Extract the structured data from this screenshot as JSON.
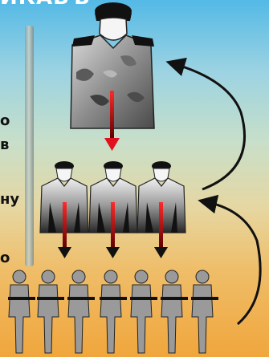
{
  "title_fragment": "ИКАБЪ",
  "side_fragments": [
    "о",
    "в",
    "ну",
    "о"
  ],
  "colors": {
    "background_top": "#53b9e6",
    "background_bottom": "#f0a63c",
    "arrow_red": "#e0101e",
    "arrow_black": "#111111"
  },
  "levels": [
    {
      "role": "commander",
      "figures": 1
    },
    {
      "role": "sergeants",
      "figures": 3
    },
    {
      "role": "soldiers",
      "figures": 7
    }
  ]
}
